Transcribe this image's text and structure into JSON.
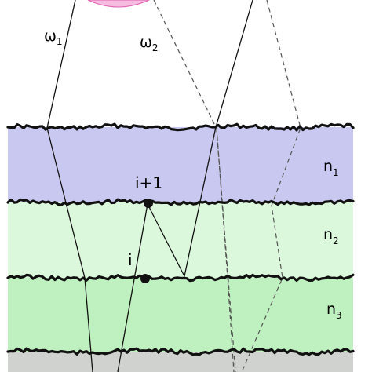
{
  "layer_labels": [
    {
      "base": "n",
      "sub": "1"
    },
    {
      "base": "n",
      "sub": "2"
    },
    {
      "base": "n",
      "sub": "3"
    }
  ],
  "ray_labels": [
    {
      "base": "ω",
      "sub": "1"
    },
    {
      "base": "ω",
      "sub": "2"
    }
  ],
  "node_labels": [
    "i+1",
    "i"
  ],
  "colors": {
    "layer_n1": "#c8c8f0",
    "layer_n2": "#dcf8dc",
    "layer_n3": "#bff0bf",
    "bottom_layer": "#cfd2cf",
    "source": "#f6bde0",
    "source_stroke": "#e060b0",
    "interface": "#111111",
    "ray": "#111111",
    "dashed_ray": "#555555"
  }
}
